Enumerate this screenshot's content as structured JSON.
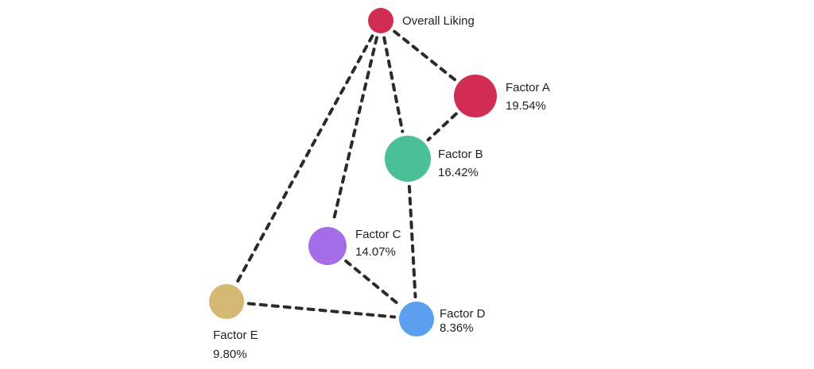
{
  "nodes": [
    {
      "id": "overall",
      "name": "Overall Liking",
      "percent": "",
      "color": "#d12d52"
    },
    {
      "id": "a",
      "name": "Factor A",
      "percent": "19.54%",
      "color": "#d12d52"
    },
    {
      "id": "b",
      "name": "Factor B",
      "percent": "16.42%",
      "color": "#4bc094"
    },
    {
      "id": "c",
      "name": "Factor C",
      "percent": "14.07%",
      "color": "#a46ce6"
    },
    {
      "id": "d",
      "name": "Factor D",
      "percent": "8.36%",
      "color": "#5ba0ee"
    },
    {
      "id": "e",
      "name": "Factor E",
      "percent": "9.80%",
      "color": "#d4b874"
    }
  ],
  "edges": [
    [
      "overall",
      "a"
    ],
    [
      "overall",
      "b"
    ],
    [
      "overall",
      "c"
    ],
    [
      "overall",
      "e"
    ],
    [
      "a",
      "b"
    ],
    [
      "b",
      "d"
    ],
    [
      "c",
      "d"
    ],
    [
      "e",
      "d"
    ]
  ]
}
